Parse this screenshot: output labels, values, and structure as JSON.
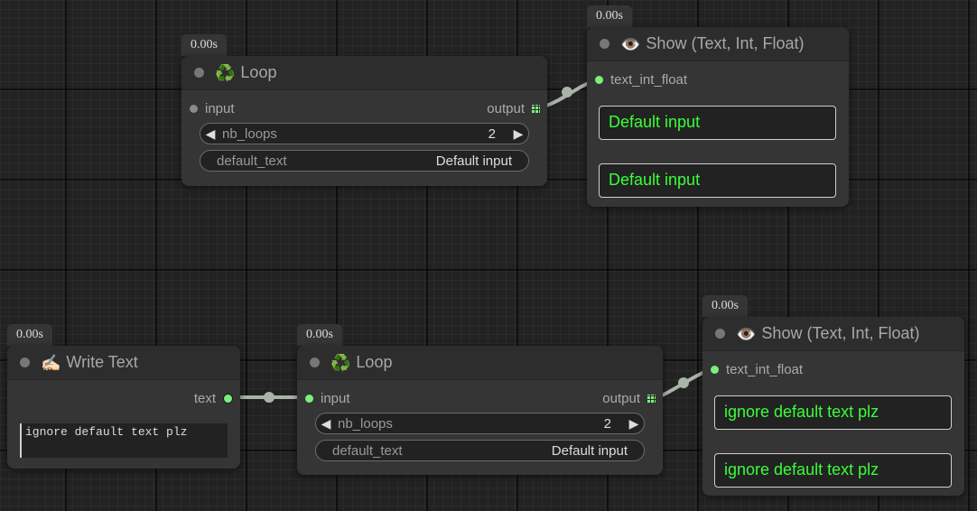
{
  "badge_time": "0.00s",
  "nodes": {
    "loop_top": {
      "emoji": "♻️",
      "title": "Loop",
      "input_label": "input",
      "output_label": "output",
      "nb_loops_label": "nb_loops",
      "nb_loops_value": "2",
      "default_text_label": "default_text",
      "default_text_value": "Default input"
    },
    "show_top": {
      "emoji": "👁️",
      "title": "Show (Text, Int, Float)",
      "input_label": "text_int_float",
      "outputs": [
        "Default input",
        "Default input"
      ]
    },
    "write_text": {
      "emoji": "✍🏻",
      "title": "Write Text",
      "output_label": "text",
      "text_value": "ignore default text plz"
    },
    "loop_bottom": {
      "emoji": "♻️",
      "title": "Loop",
      "input_label": "input",
      "output_label": "output",
      "nb_loops_label": "nb_loops",
      "nb_loops_value": "2",
      "default_text_label": "default_text",
      "default_text_value": "Default input"
    },
    "show_bottom": {
      "emoji": "👁️",
      "title": "Show (Text, Int, Float)",
      "input_label": "text_int_float",
      "outputs": [
        "ignore default text plz",
        "ignore default text plz"
      ]
    }
  },
  "icons": {
    "arrow_left": "◀",
    "arrow_right": "▶"
  },
  "colors": {
    "link": "#a9b4a8",
    "slot_green": "#7bf07b",
    "output_text": "#39ff39"
  }
}
